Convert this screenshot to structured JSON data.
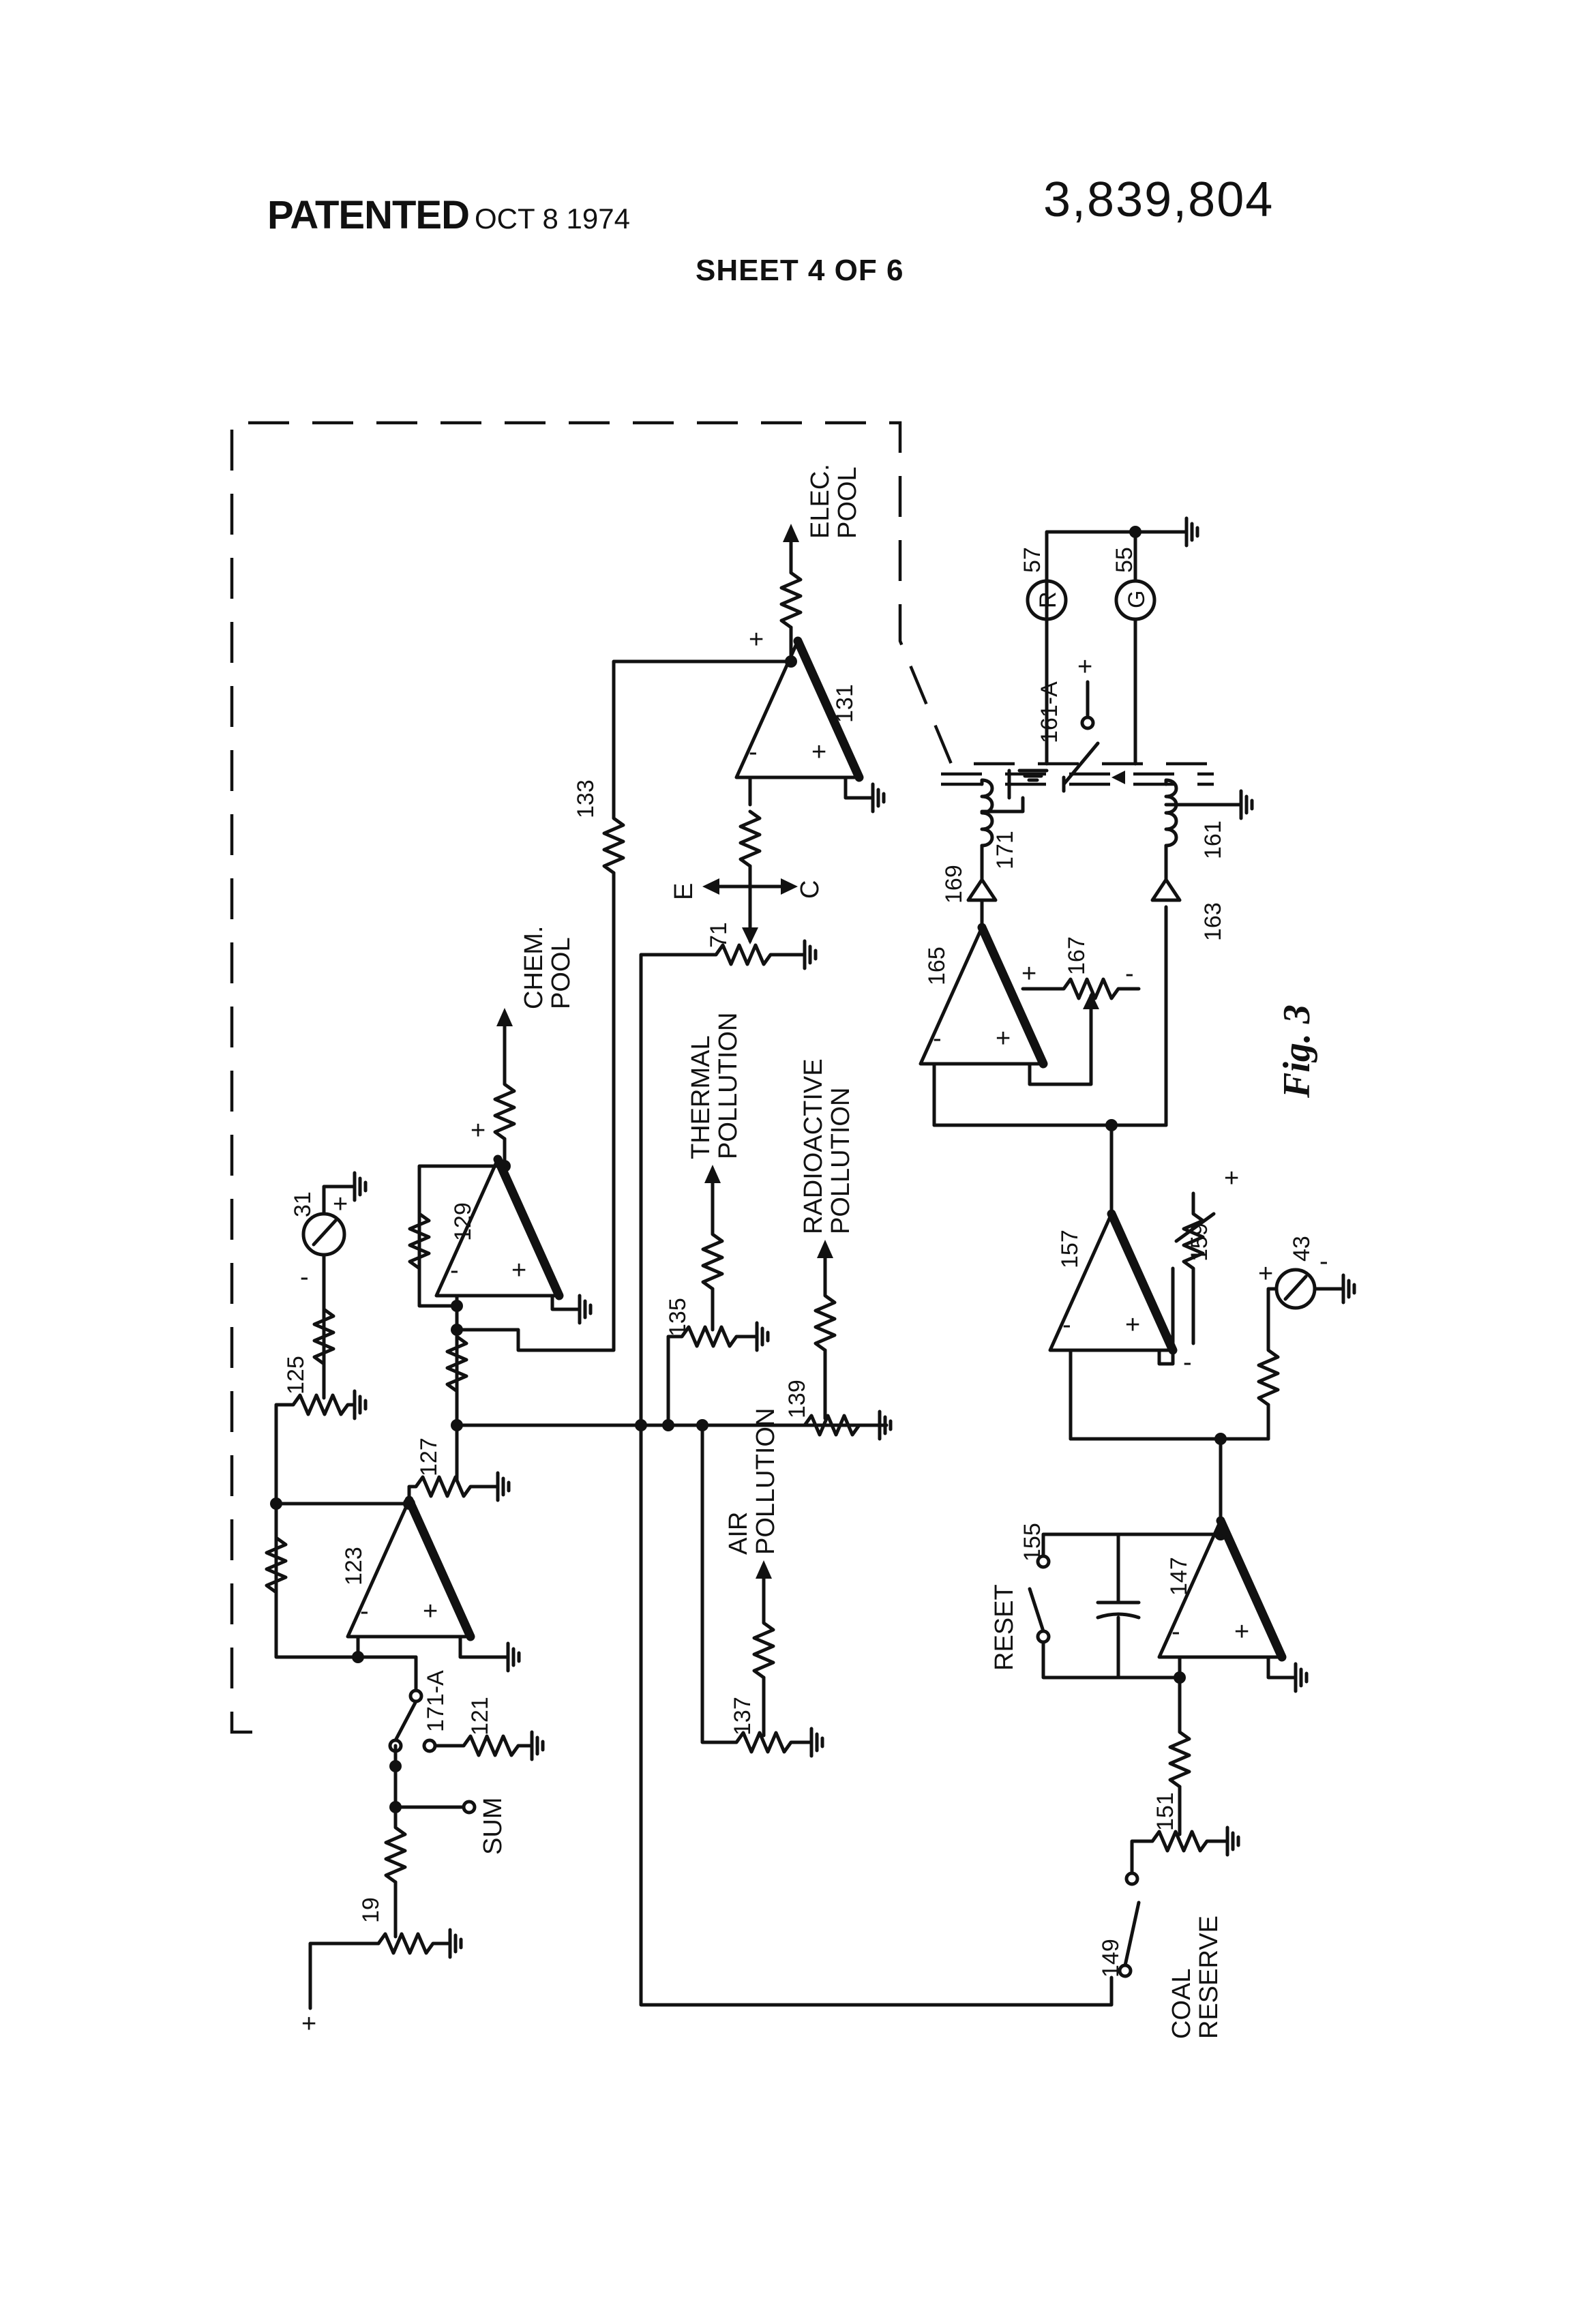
{
  "header": {
    "patented": "PATENTED",
    "date": "OCT 8 1974",
    "patent_number": "3,839,804",
    "sheet": "SHEET 4 OF 6"
  },
  "figure": {
    "label": "Fig. 3",
    "labels": {
      "elec_pool": [
        "ELEC.",
        "POOL"
      ],
      "chem_pool": [
        "CHEM.",
        "POOL"
      ],
      "thermal": [
        "THERMAL",
        "POLLUTION"
      ],
      "radioactive": [
        "RADIOACTIVE",
        "POLLUTION"
      ],
      "air": [
        "AIR",
        "POLLUTION"
      ],
      "coal": [
        "COAL",
        "RESERVE"
      ],
      "reset": "RESET",
      "sum": "SUM",
      "dir_e": "E",
      "dir_c": "C",
      "meter_r": "R",
      "meter_g": "G"
    },
    "refs": {
      "r19": "19",
      "r31": "31",
      "r43": "43",
      "r55": "55",
      "r57": "57",
      "r71": "71",
      "r121": "121",
      "r123": "123",
      "r125": "125",
      "r127": "127",
      "r129": "129",
      "r131": "131",
      "r133": "133",
      "r135": "135",
      "r137": "137",
      "r139": "139",
      "r147": "147",
      "r149": "149",
      "r151": "151",
      "r155": "155",
      "r157": "157",
      "r159": "159",
      "r161": "161",
      "r161a": "161-A",
      "r163": "163",
      "r165": "165",
      "r167": "167",
      "r169": "169",
      "r171": "171",
      "r171a": "171-A"
    }
  }
}
